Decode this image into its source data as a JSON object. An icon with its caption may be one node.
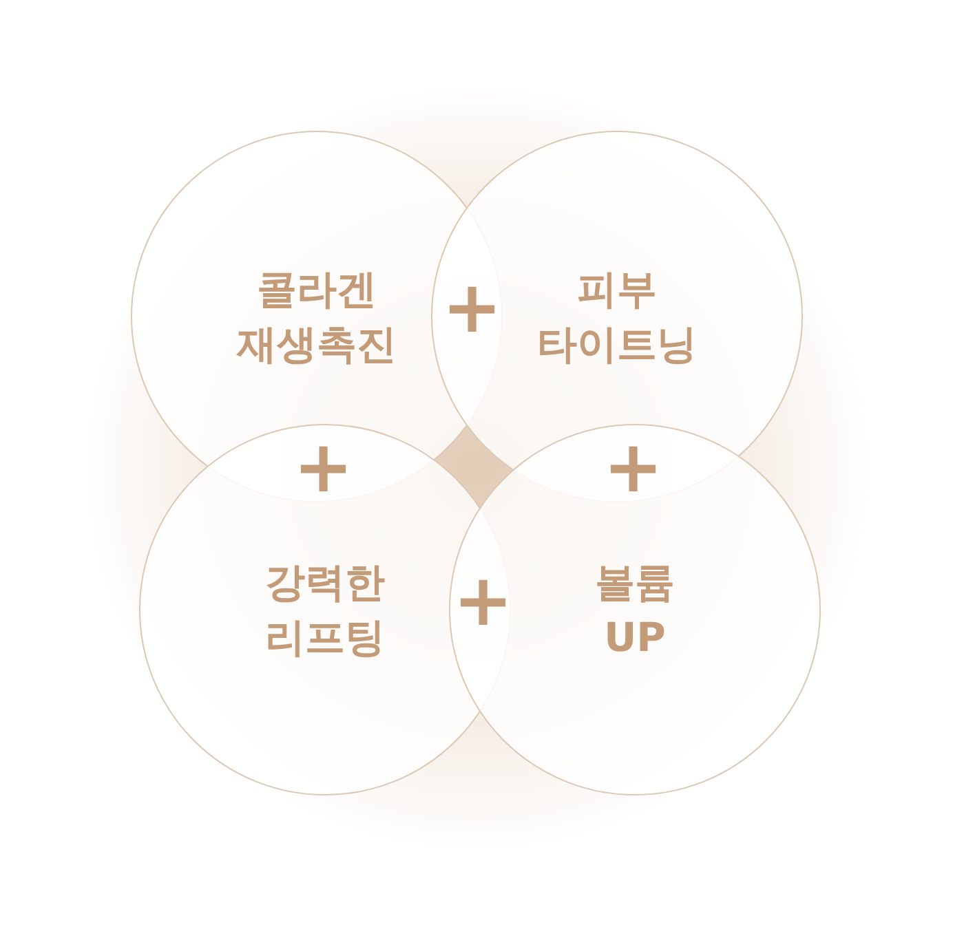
{
  "diagram": {
    "nodes": [
      {
        "text": [
          "콜라겐 재생촉진"
        ]
      },
      {
        "text": [
          "피부 타이트닝"
        ]
      },
      {
        "text": [
          "강력한 리프팅"
        ]
      },
      {
        "text": [
          "볼륨 UP"
        ]
      }
    ],
    "labels": [
      "+",
      "+",
      "+",
      "+"
    ]
  }
}
